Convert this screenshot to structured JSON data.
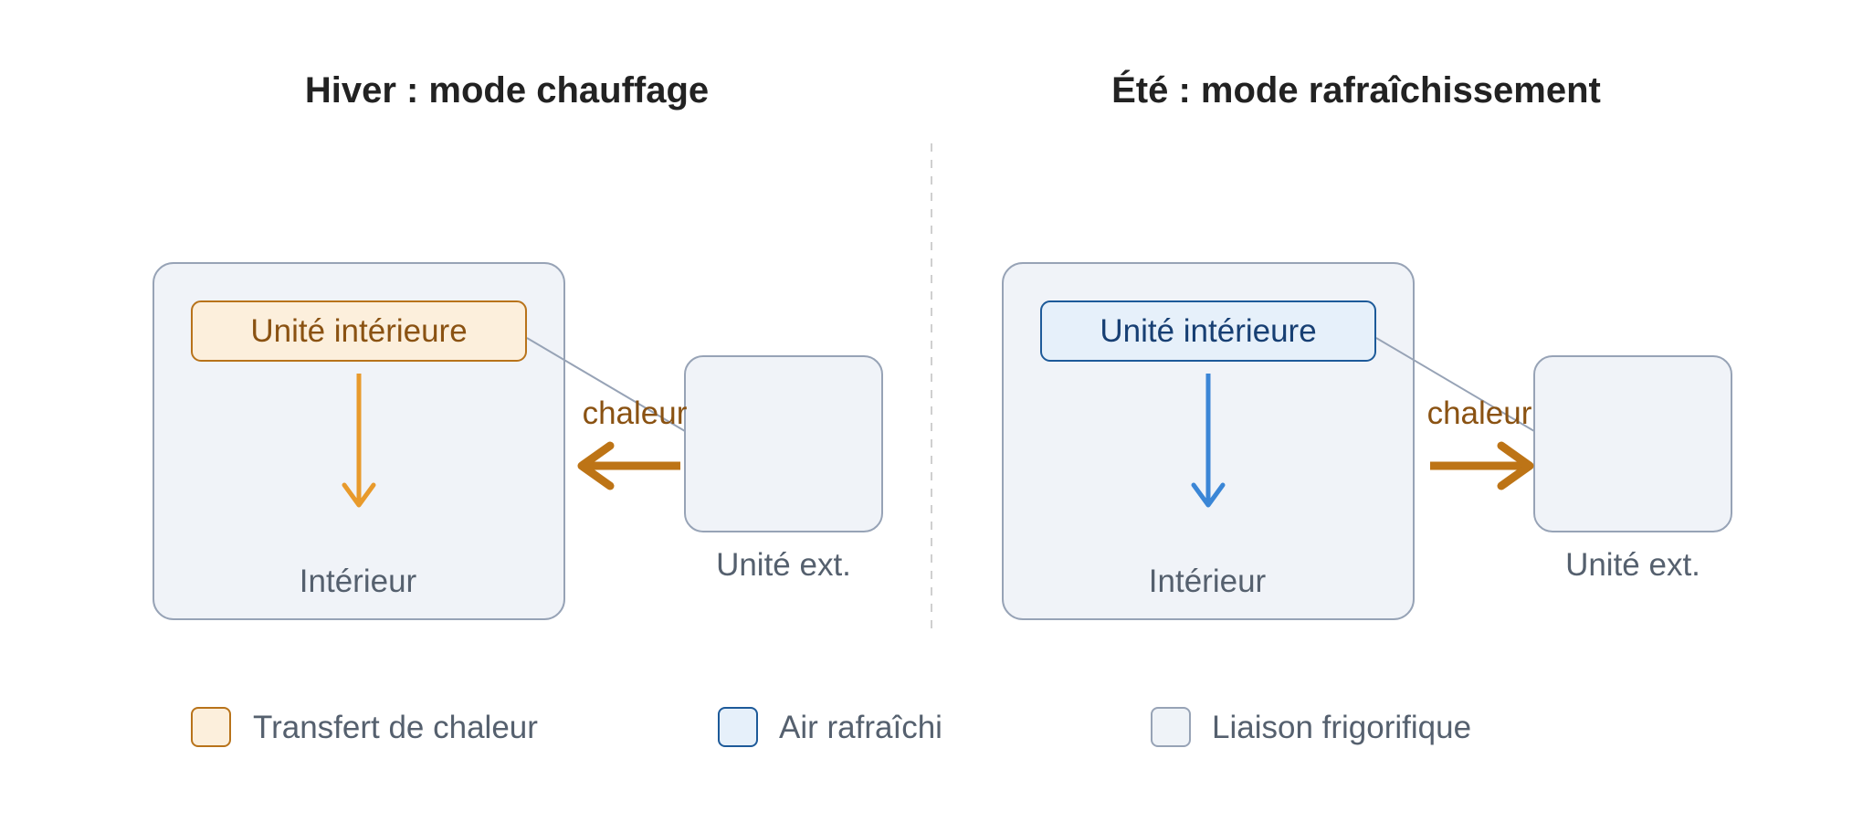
{
  "panels": {
    "winter": {
      "title": "Hiver : mode chauffage",
      "unit_label": "Unité intérieure",
      "room_label": "Intérieur",
      "outdoor_label": "Unité ext.",
      "heat_label": "chaleur"
    },
    "summer": {
      "title": "Été : mode rafraîchissement",
      "unit_label": "Unité intérieure",
      "room_label": "Intérieur",
      "outdoor_label": "Unité ext.",
      "heat_label": "chaleur"
    }
  },
  "legend": [
    {
      "label": "Transfert de chaleur",
      "fill": "#fcefdc",
      "stroke": "#b8731a"
    },
    {
      "label": "Air rafraîchi",
      "fill": "#e6f0fa",
      "stroke": "#1d5a99"
    },
    {
      "label": "Liaison frigorifique",
      "fill": "#eff3f8",
      "stroke": "#97a3b6"
    }
  ],
  "colors": {
    "room_fill": "#f0f3f8",
    "room_stroke": "#97a3b6",
    "heat_text": "#8a5212",
    "heat_arrow": "#bd7416",
    "warm_flow": "#e89a2c",
    "cool_flow": "#3b86d6",
    "cool_text": "#173f73",
    "gray_text": "#55606e"
  }
}
